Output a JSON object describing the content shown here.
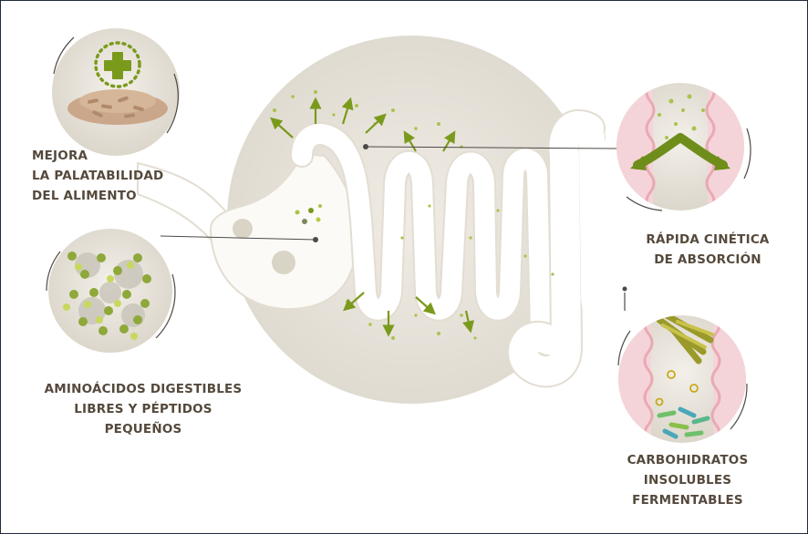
{
  "title": "Digestive tract benefits diagram",
  "colors": {
    "label_text": "#55493c",
    "green_accent": "#7a9a1c",
    "light_green": "#b5cc3e",
    "pink_wall": "#e9a9b4",
    "background_circle": "#e6e1d8"
  },
  "callouts": {
    "palatability": {
      "lines": [
        "MEJORA",
        "LA PALATABILIDAD",
        "DEL ALIMENTO"
      ],
      "icon": "food-plus-icon"
    },
    "amino_acids": {
      "lines": [
        "AMINOÁCIDOS DIGESTIBLES",
        "LIBRES Y PÉPTIDOS",
        "PEQUEÑOS"
      ],
      "icon": "peptides-icon"
    },
    "absorption": {
      "lines": [
        "RÁPIDA CINÉTICA",
        "DE ABSORCIÓN"
      ],
      "icon": "intestinal-absorption-icon"
    },
    "carbohydrates": {
      "lines": [
        "CARBOHIDRATOS",
        "INSOLUBLES",
        "FERMENTABLES"
      ],
      "icon": "fermentation-icon"
    }
  }
}
